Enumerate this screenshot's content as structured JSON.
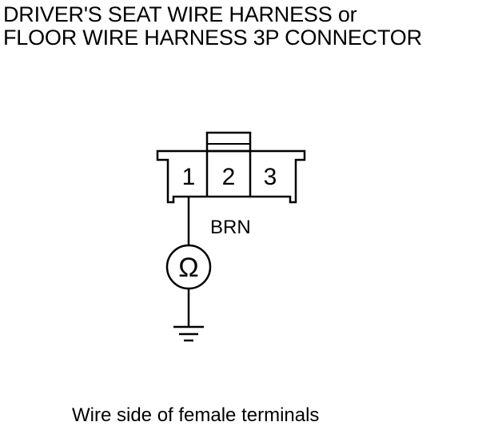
{
  "title": {
    "line1": "DRIVER'S SEAT WIRE HARNESS or",
    "line2": "FLOOR WIRE HARNESS 3P CONNECTOR"
  },
  "connector": {
    "pins": [
      "1",
      "2",
      "3"
    ]
  },
  "wire": {
    "color_label": "BRN"
  },
  "meter": {
    "symbol": "Ω"
  },
  "caption": "Wire side of female terminals",
  "colors": {
    "line": "#000000",
    "background": "#ffffff"
  }
}
